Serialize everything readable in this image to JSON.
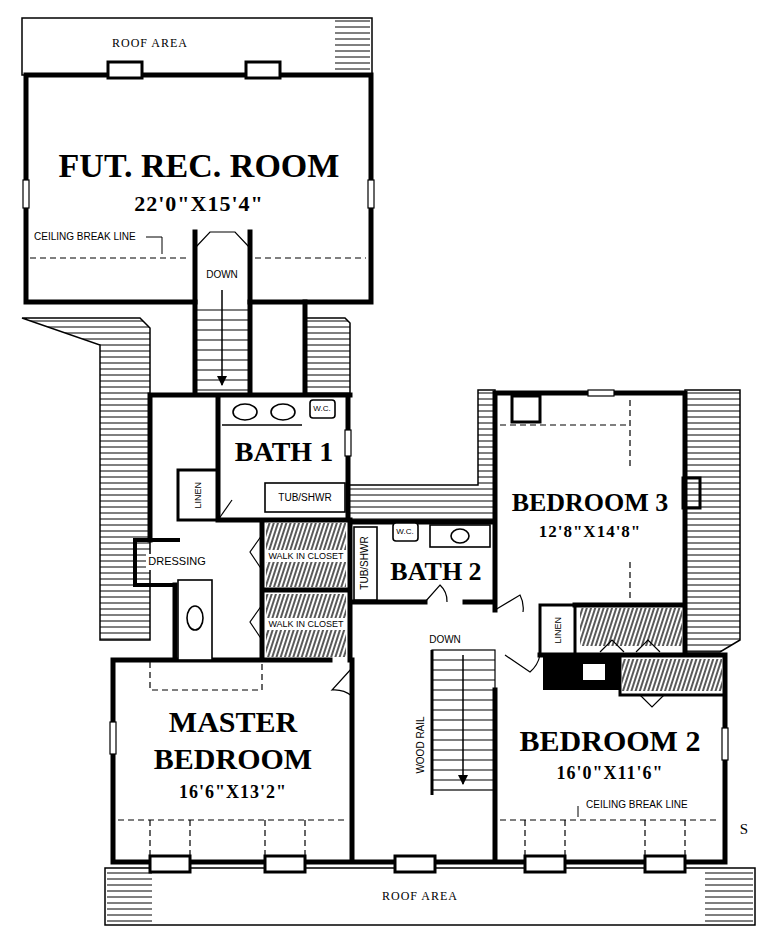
{
  "diagram": {
    "nodes": [
      {
        "text": [
          "FUT. REC. ROOM",
          "22'0\"X15'4\""
        ]
      },
      {
        "text": [
          "BATH 1"
        ]
      },
      {
        "text": [
          "LINEN"
        ]
      },
      {
        "text": [
          "DRESSING"
        ]
      },
      {
        "text": [
          "WALK IN CLOSET"
        ]
      },
      {
        "text": [
          "BATH 2"
        ]
      },
      {
        "text": [
          "BEDROOM 3",
          "12'8\"X14'8\""
        ]
      },
      {
        "text": [
          "WALK IN CLOSET"
        ]
      },
      {
        "text": [
          "LINEN"
        ]
      },
      {
        "text": [
          "MASTER BEDROOM",
          "16'6\"X13'2\""
        ]
      },
      {
        "text": [
          "BEDROOM 2",
          "16'0\"X11'6\""
        ]
      }
    ],
    "labels": [
      "ROOF AREA",
      "CEILING BREAK LINE",
      "DOWN",
      "W.C.",
      "TUB/SHWR",
      "W.C.",
      "TUB/SHWR",
      "DOWN",
      "WOOD RAIL",
      "CEILING BREAK LINE",
      "S",
      "ROOF AREA"
    ]
  }
}
